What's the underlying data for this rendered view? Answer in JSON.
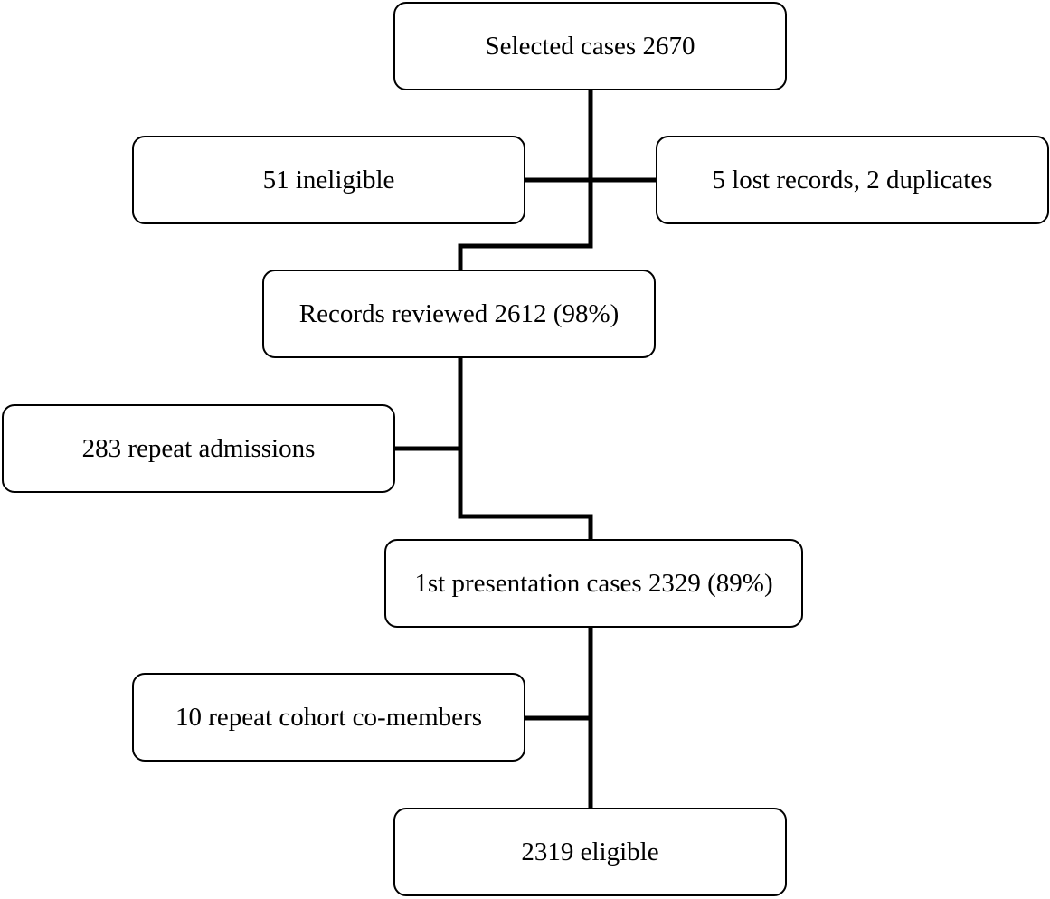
{
  "flowchart": {
    "selected_cases": "Selected cases 2670",
    "ineligible": "51 ineligible",
    "lost_records": "5 lost records, 2 duplicates",
    "records_reviewed": "Records reviewed 2612 (98%)",
    "repeat_admissions": "283 repeat admissions",
    "first_presentation": "1st presentation cases 2329 (89%)",
    "repeat_cohort": "10 repeat cohort co-members",
    "eligible": "2319 eligible"
  },
  "colors": {
    "line": "#000000",
    "box_border": "#000000",
    "background": "#ffffff"
  }
}
